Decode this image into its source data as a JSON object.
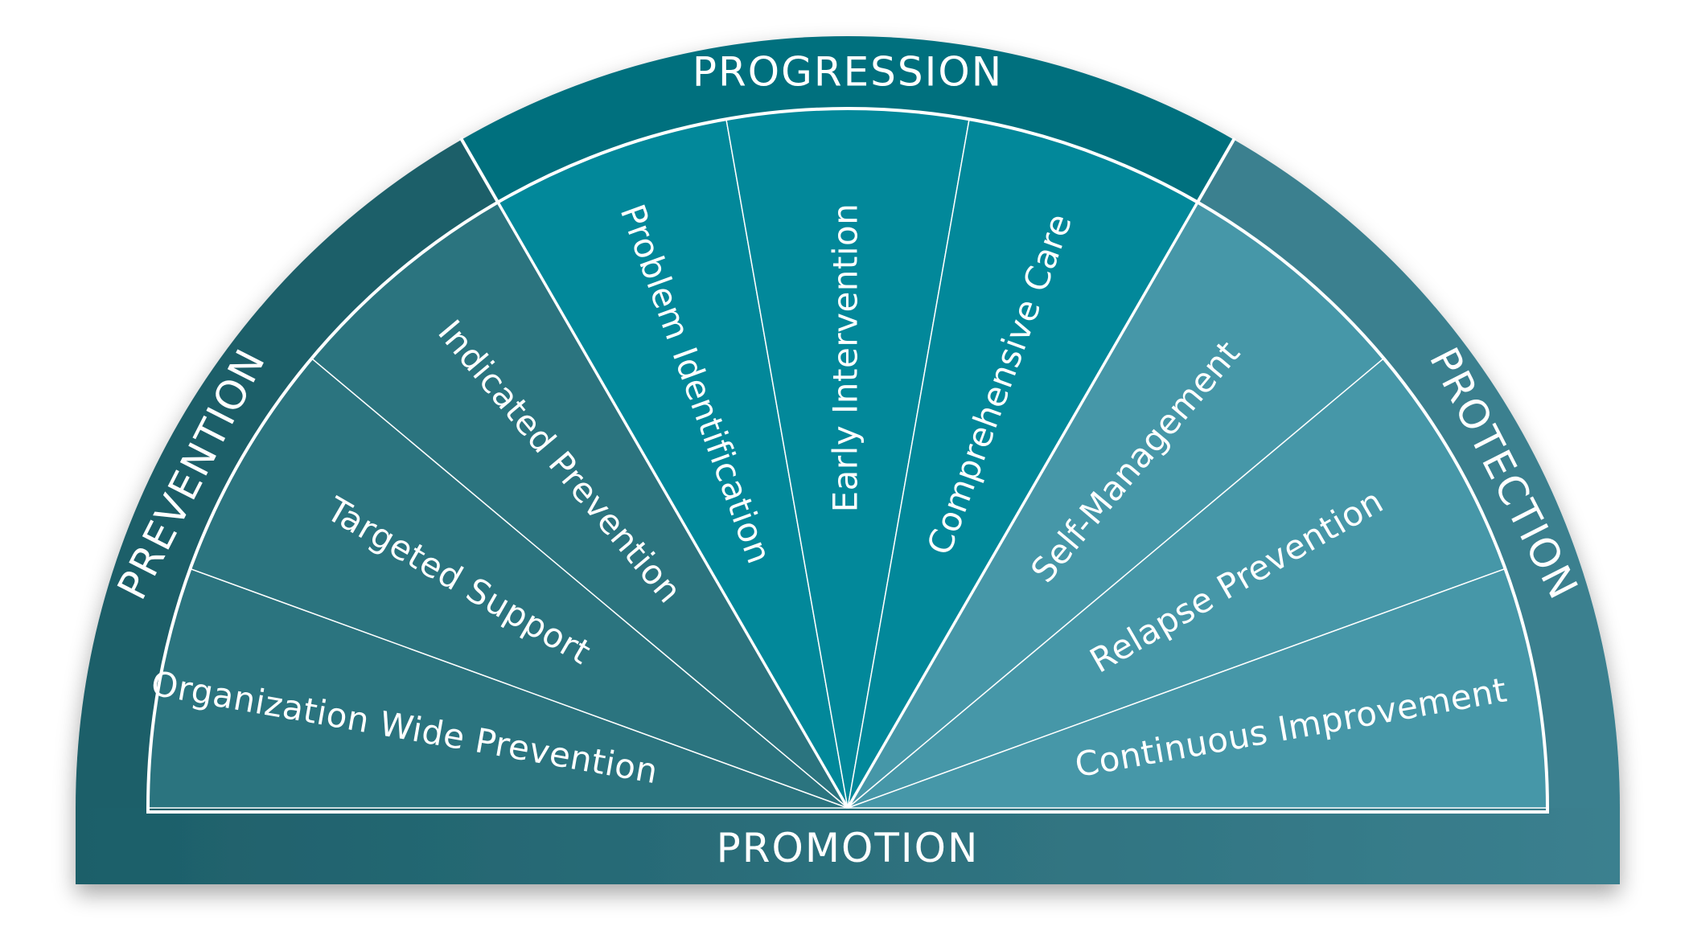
{
  "bands": {
    "prevention": {
      "label": "PREVENTION",
      "color": "#1d5f69"
    },
    "progression": {
      "label": "PROGRESSION",
      "color": "#036f7e"
    },
    "protection": {
      "label": "PROTECTION",
      "color": "#3b808f"
    },
    "promotion": {
      "label": "PROMOTION"
    }
  },
  "segments": [
    {
      "label": "Organization Wide Prevention",
      "group": "prevention",
      "color": "#2b747f"
    },
    {
      "label": "Targeted Support",
      "group": "prevention",
      "color": "#2b747f"
    },
    {
      "label": "Indicated Prevention",
      "group": "prevention",
      "color": "#2b747f"
    },
    {
      "label": "Problem Identification",
      "group": "progression",
      "color": "#02889a"
    },
    {
      "label": "Early Intervention",
      "group": "progression",
      "color": "#02889a"
    },
    {
      "label": "Comprehensive Care",
      "group": "progression",
      "color": "#02889a"
    },
    {
      "label": "Self-Management",
      "group": "protection",
      "color": "#4697a8"
    },
    {
      "label": "Relapse Prevention",
      "group": "protection",
      "color": "#4697a8"
    },
    {
      "label": "Continuous Improvement",
      "group": "protection",
      "color": "#4697a8"
    }
  ]
}
